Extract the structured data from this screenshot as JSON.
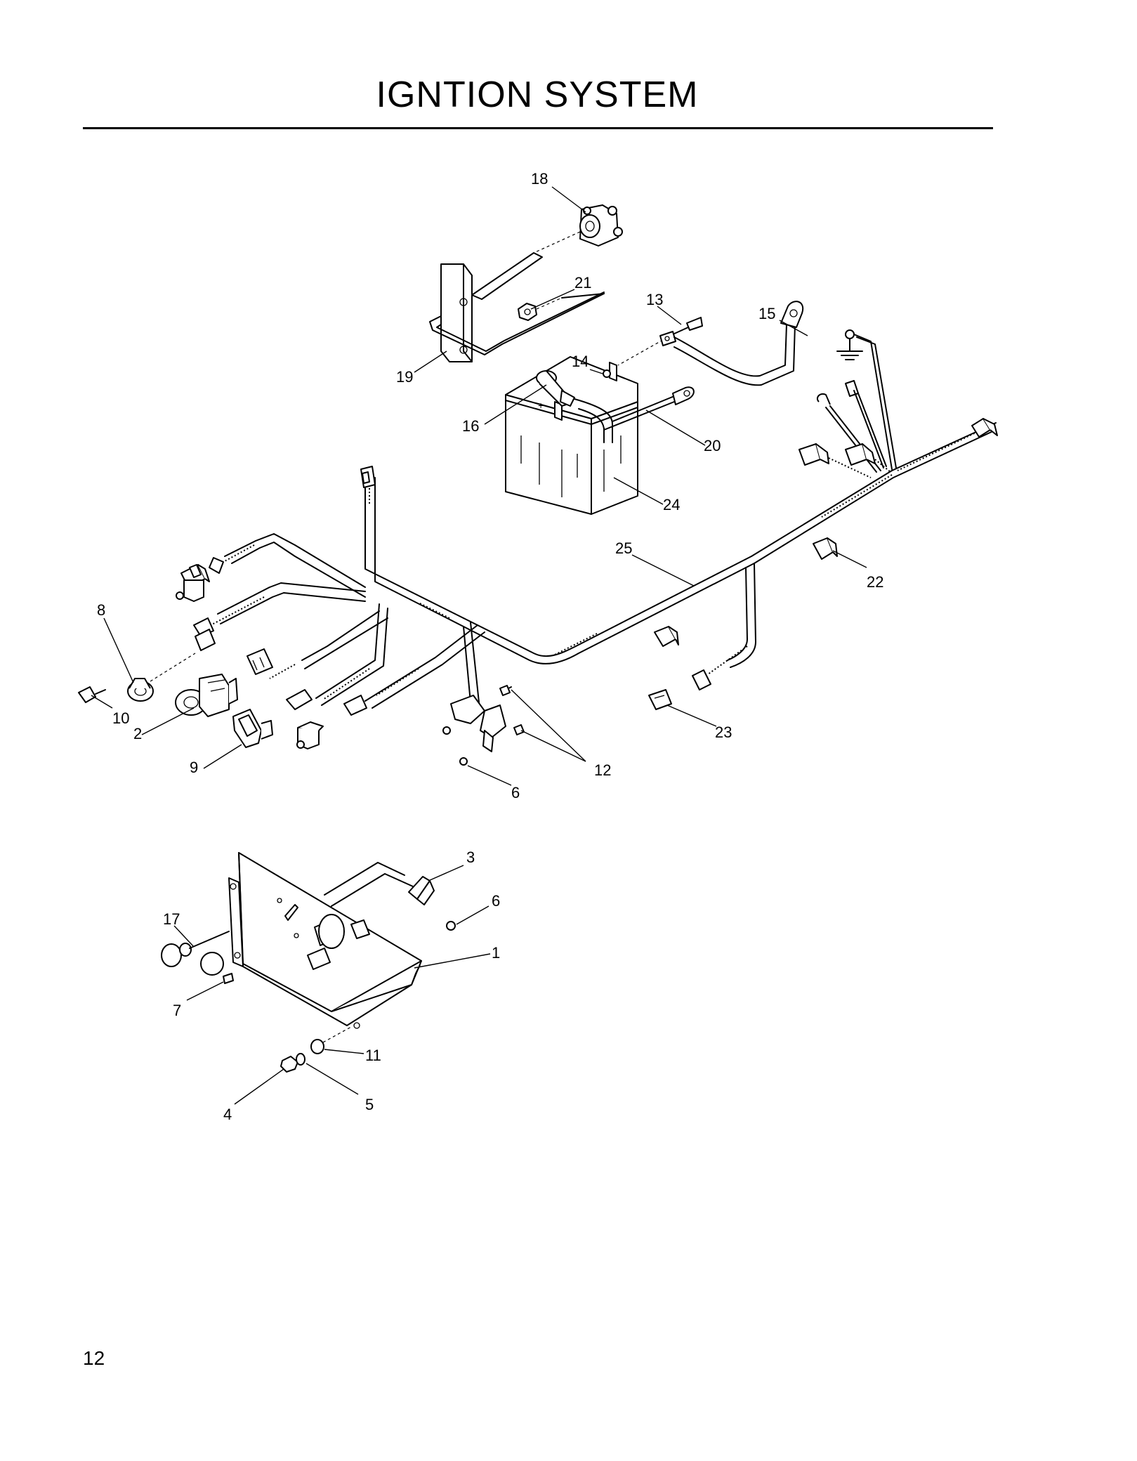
{
  "page": {
    "title": "IGNTION SYSTEM",
    "page_number": "12"
  },
  "callouts": {
    "c1": "1",
    "c2": "2",
    "c3": "3",
    "c4": "4",
    "c5": "5",
    "c6a": "6",
    "c6b": "6",
    "c7": "7",
    "c8": "8",
    "c9": "9",
    "c10": "10",
    "c11": "11",
    "c12": "12",
    "c13": "13",
    "c14": "14",
    "c15": "15",
    "c16": "16",
    "c17": "17",
    "c18": "18",
    "c19": "19",
    "c20": "20",
    "c21": "21",
    "c22": "22",
    "c23": "23",
    "c24": "24",
    "c25": "25"
  }
}
